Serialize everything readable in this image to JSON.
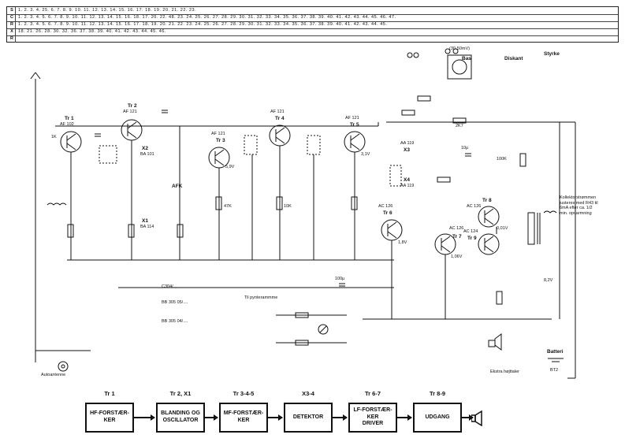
{
  "reference_table": {
    "rows": [
      {
        "letter": "S",
        "numbers": "1.   2.   3.   4.   25. 6.   7.        8.  9.        10.  11.        12.  13.  14. 15.        16.  17.  18.    19. 20. 21. 22. 23."
      },
      {
        "letter": "C",
        "numbers": "1.  2.  3.  4.  5.  6.  7.  8.  9. 10.  11. 12. 13. 14. 15. 16. 18. 17.  20.  22. 48. 23.  24.  25.  26.  27.  28.  29.  30.  31.  32.  33.  34.  35.  36.  37.  38.  39.  40.  41.  42. 43. 44. 45. 46. 47."
      },
      {
        "letter": "R",
        "numbers": "1.  2.  3.  4.  5.  6.  7.  8.  9.  10.  11.  12.  13.  14.  15.  16.  17.  18.  19.  20.  21.  22.  23.  24.  25.  26.  27.  28.  29.  30.  31.  32.  33.  34.  35.  36.  37.  38.  39.  40.  41.  42. 43. 44. 45."
      },
      {
        "letter": "X",
        "numbers": "18.  21.  26.  28.  30.  32.  36.  37.  38.  39.  40.  41.  42.  43.  44.  45.  46."
      }
    ]
  },
  "schematic": {
    "transistors": [
      {
        "ref": "Tr 1",
        "type": "AF 102"
      },
      {
        "ref": "Tr 2",
        "type": "AF 121"
      },
      {
        "ref": "Tr 3",
        "type": "AF 121"
      },
      {
        "ref": "Tr 4",
        "type": "AF 121"
      },
      {
        "ref": "Tr 5",
        "type": "AF 121"
      },
      {
        "ref": "Tr 6",
        "type": "AC 126"
      },
      {
        "ref": "Tr 7",
        "type": "AC 126"
      },
      {
        "ref": "Tr 8",
        "type": "AC 126"
      },
      {
        "ref": "Tr 9",
        "type": "AC 124"
      }
    ],
    "diodes": [
      {
        "ref": "X1",
        "type": "BA 114"
      },
      {
        "ref": "X2",
        "type": "BA 101"
      },
      {
        "ref": "X3",
        "type": "AA 119"
      },
      {
        "ref": "X4",
        "type": "AA 119"
      }
    ],
    "labels": {
      "antenna": "Autoantenne",
      "pick_up": "Til pynterammme",
      "speaker": "Ekstra højttaler",
      "battery": "Batteri",
      "bt2": "BT2",
      "bass": "Bas",
      "treble": "Diskant",
      "volume": "Styrke",
      "din": "(30-50mV)",
      "afk": "AFK",
      "collector_note": "Kollektorstrømmen justeres med R43 til 6mA efter ca. 1/2 min. opvarmning",
      "legend_c": "C304/....",
      "legend_bb1": "BB 305 05/....",
      "legend_bb2": "BB 305 04/....",
      "v1": "5,9V",
      "v2": "3,1V",
      "v3": "1,8V",
      "v4": "1,06V",
      "v5": "0,01V",
      "v6": "8,2V",
      "r1": "100K",
      "r2": "1K",
      "r3": "47K",
      "r4": "2K7",
      "r5": "10K",
      "c1": "100μ",
      "c2": "10μ"
    }
  },
  "blocks": [
    {
      "title": "Tr 1",
      "label": "HF-FORSTÆR-\nKER"
    },
    {
      "title": "Tr 2, X1",
      "label": "BLANDING OG\nOSCILLATOR"
    },
    {
      "title": "Tr 3-4-5",
      "label": "MF-FORSTÆR-\nKER"
    },
    {
      "title": "X3-4",
      "label": "DETEKTOR"
    },
    {
      "title": "Tr 6-7",
      "label": "LF-FORSTÆR-\nKER\nDRIVER"
    },
    {
      "title": "Tr 8-9",
      "label": "UDGANG"
    }
  ],
  "speaker_icon": "speaker-icon"
}
